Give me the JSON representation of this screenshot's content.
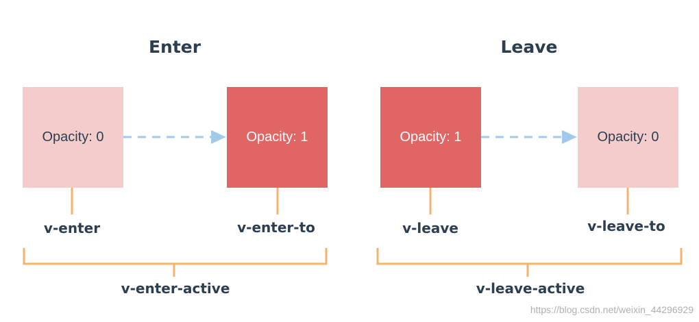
{
  "enter": {
    "title": "Enter",
    "from_box": "Opacity: 0",
    "to_box": "Opacity: 1",
    "from_label": "v-enter",
    "to_label": "v-enter-to",
    "active_label": "v-enter-active"
  },
  "leave": {
    "title": "Leave",
    "from_box": "Opacity: 1",
    "to_box": "Opacity: 0",
    "from_label": "v-leave",
    "to_label": "v-leave-to",
    "active_label": "v-leave-active"
  },
  "watermark": "https://blog.csdn.net/weixin_44296929",
  "colors": {
    "light_box": "#f4cccc",
    "dark_box": "#e06666",
    "connector": "#f0b46a",
    "arrow": "#a4c8ea",
    "text": "#2c3e50"
  }
}
